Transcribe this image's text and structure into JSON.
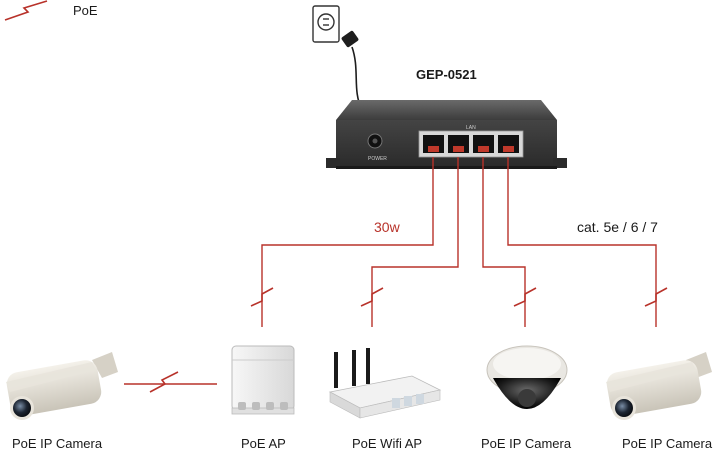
{
  "legend": {
    "label": "PoE",
    "icon": "lightning-bolt-icon"
  },
  "switch": {
    "model": "GEP-0521",
    "power_label": "POWER",
    "lan_label": "LAN"
  },
  "annotations": {
    "power_budget": "30w",
    "cable_type": "cat. 5e / 6 / 7"
  },
  "devices": [
    {
      "label": "PoE IP Camera"
    },
    {
      "label": "PoE AP"
    },
    {
      "label": "PoE Wifi AP"
    },
    {
      "label": "PoE IP Camera"
    },
    {
      "label": "PoE IP Camera"
    }
  ],
  "colors": {
    "poe_line": "#b8322a",
    "switch_body": "#3a3a3a",
    "port_red": "#c0392b"
  }
}
